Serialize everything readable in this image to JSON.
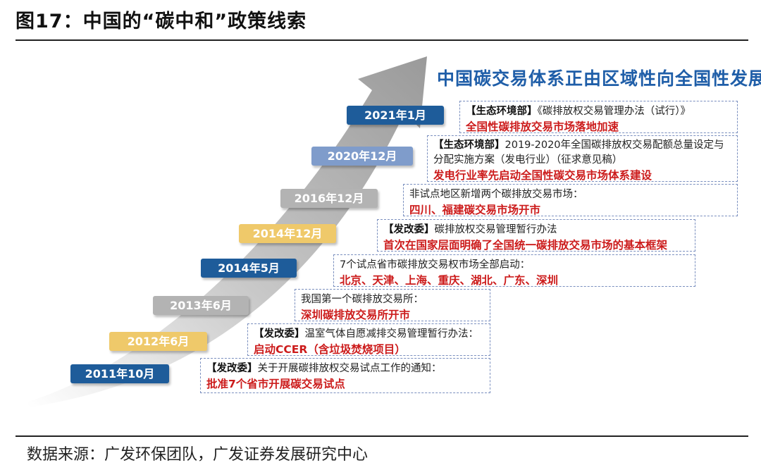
{
  "title": "图17：中国的“碳中和”政策线索",
  "trend_label": "中国碳交易体系正由区域性向全国性发展",
  "source": "数据来源：广发环保团队，广发证券发展研究中心",
  "events": [
    {
      "date": "2011年10月",
      "tag": "【发改委】",
      "line1": "关于开展碳排放权交易试点工作的通知：",
      "line2": "批准7个省市开展碳交易试点"
    },
    {
      "date": "2012年6月",
      "tag": "【发改委】",
      "line1": "温室气体自愿减排交易管理暂行办法：",
      "line2": "启动CCER（含垃圾焚烧项目）"
    },
    {
      "date": "2013年6月",
      "tag": "",
      "line1": "我国第一个碳排放交易所：",
      "line2": "深圳碳排放交易所开市"
    },
    {
      "date": "2014年5月",
      "tag": "",
      "line1": "7个试点省市碳排放交易权市场全部启动：",
      "line2": "北京、天津、上海、重庆、湖北、广东、深圳"
    },
    {
      "date": "2014年12月",
      "tag": "【发改委】",
      "line1": "碳排放权交易管理暂行办法",
      "line2": "首次在国家层面明确了全国统一碳排放交易市场的基本框架"
    },
    {
      "date": "2016年12月",
      "tag": "",
      "line1": "非试点地区新增两个碳排放交易市场：",
      "line2": "四川、福建碳交易市场开市"
    },
    {
      "date": "2020年12月",
      "tag": "【生态环境部】",
      "line1": "2019-2020年全国碳排放权交易配额总量设定与",
      "line1b": "分配实施方案（发电行业）（征求意见稿）",
      "line2": "发电行业率先启动全国性碳交易市场体系建设"
    },
    {
      "date": "2021年1月",
      "tag": "【生态环境部】",
      "line1": "《碳排放权交易管理办法（试行）》",
      "line2": "全国性碳排放交易市场落地加速"
    }
  ],
  "colors": {
    "navy": "#1e5c9a",
    "lightblue": "#7f9ccb",
    "gray": "#b3b3b3",
    "gold": "#efc96a",
    "red": "#cc1b1b",
    "trend": "#1f5ea8"
  }
}
